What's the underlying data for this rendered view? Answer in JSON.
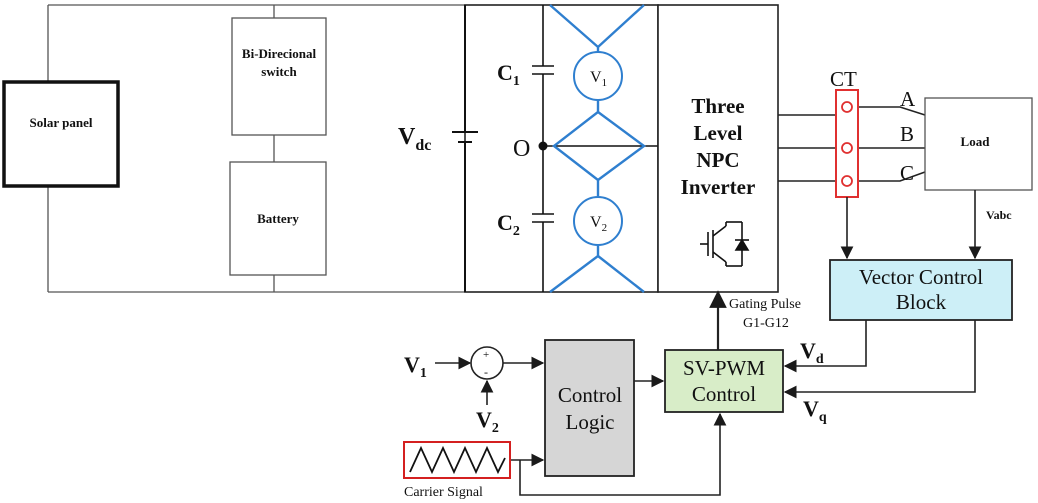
{
  "blocks": {
    "solar_panel": "Solar panel",
    "bidir_switch_line1": "Bi-Direcional",
    "bidir_switch_line2": "switch",
    "battery": "Battery",
    "inverter_line1": "Three",
    "inverter_line2": "Level",
    "inverter_line3": "NPC",
    "inverter_line4": "Inverter",
    "load": "Load",
    "vector_control_line1": "Vector Control",
    "vector_control_line2": "Block",
    "svpwm_line1": "SV-PWM",
    "svpwm_line2": "Control",
    "control_logic_line1": "Control",
    "control_logic_line2": "Logic"
  },
  "labels": {
    "c1": "C",
    "c1_sub": "1",
    "c2": "C",
    "c2_sub": "2",
    "v1_meter": "V",
    "v1_meter_sub": "1",
    "v2_meter": "V",
    "v2_meter_sub": "2",
    "vdc": "V",
    "vdc_sub": "dc",
    "midpoint": "O",
    "ct": "CT",
    "phase_a": "A",
    "phase_b": "B",
    "phase_c": "C",
    "vabc": "Vabc",
    "gating_line1": "Gating Pulse",
    "gating_line2": "G1-G12",
    "vd": "V",
    "vd_sub": "d",
    "vq": "V",
    "vq_sub": "q",
    "v1_input": "V",
    "v1_input_sub": "1",
    "v2_input": "V",
    "v2_input_sub": "2",
    "sum_plus": "+",
    "sum_minus": "-",
    "carrier": "Carrier Signal"
  },
  "colors": {
    "line": "#1a1a1a",
    "blue_wire": "#2f7fcf",
    "ct_red": "#e03030",
    "vector_fill": "#cdeff7",
    "svpwm_fill": "#d8edc8",
    "logic_fill": "#d6d6d6",
    "carrier_red": "#d42020"
  }
}
